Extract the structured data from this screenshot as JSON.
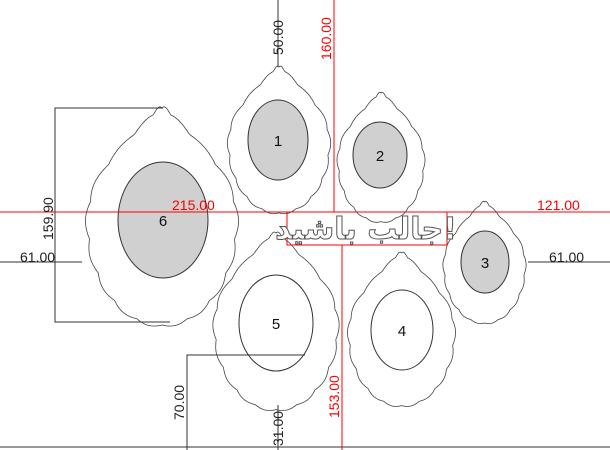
{
  "colors": {
    "dimension_black": "#333333",
    "dimension_red": "#ff0000",
    "fill_gray": "#d0d0d0",
    "outline": "#444444"
  },
  "frames": [
    {
      "number": "1",
      "filled": true
    },
    {
      "number": "2",
      "filled": true
    },
    {
      "number": "3",
      "filled": true
    },
    {
      "number": "4",
      "filled": false
    },
    {
      "number": "5",
      "filled": false
    },
    {
      "number": "6",
      "filled": true
    }
  ],
  "dimensions": {
    "top_offset": "50.00",
    "frame6_height": "159.90",
    "left_offset": "61.00",
    "right_offset": "61.00",
    "bottom_left_height": "70.00",
    "bottom_offset": "31.00",
    "red_top": "160.00",
    "red_left": "215.00",
    "red_right": "121.00",
    "red_bottom": "153.00"
  },
  "center_text": "جالب باشید!"
}
